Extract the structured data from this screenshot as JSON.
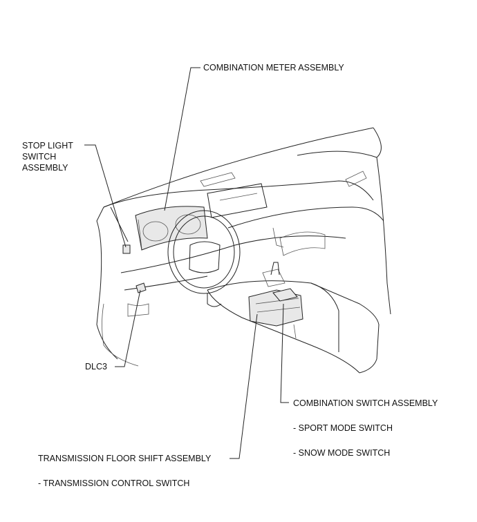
{
  "labels": {
    "combination_meter": "COMBINATION METER ASSEMBLY",
    "stop_light_1": "STOP LIGHT",
    "stop_light_2": "SWITCH",
    "stop_light_3": "ASSEMBLY",
    "dlc3": "DLC3",
    "combination_switch": "COMBINATION SWITCH ASSEMBLY",
    "sport_mode": "- SPORT MODE SWITCH",
    "snow_mode": "- SNOW MODE SWITCH",
    "transmission_floor": "TRANSMISSION FLOOR SHIFT ASSEMBLY",
    "transmission_control": "- TRANSMISSION CONTROL SWITCH"
  }
}
